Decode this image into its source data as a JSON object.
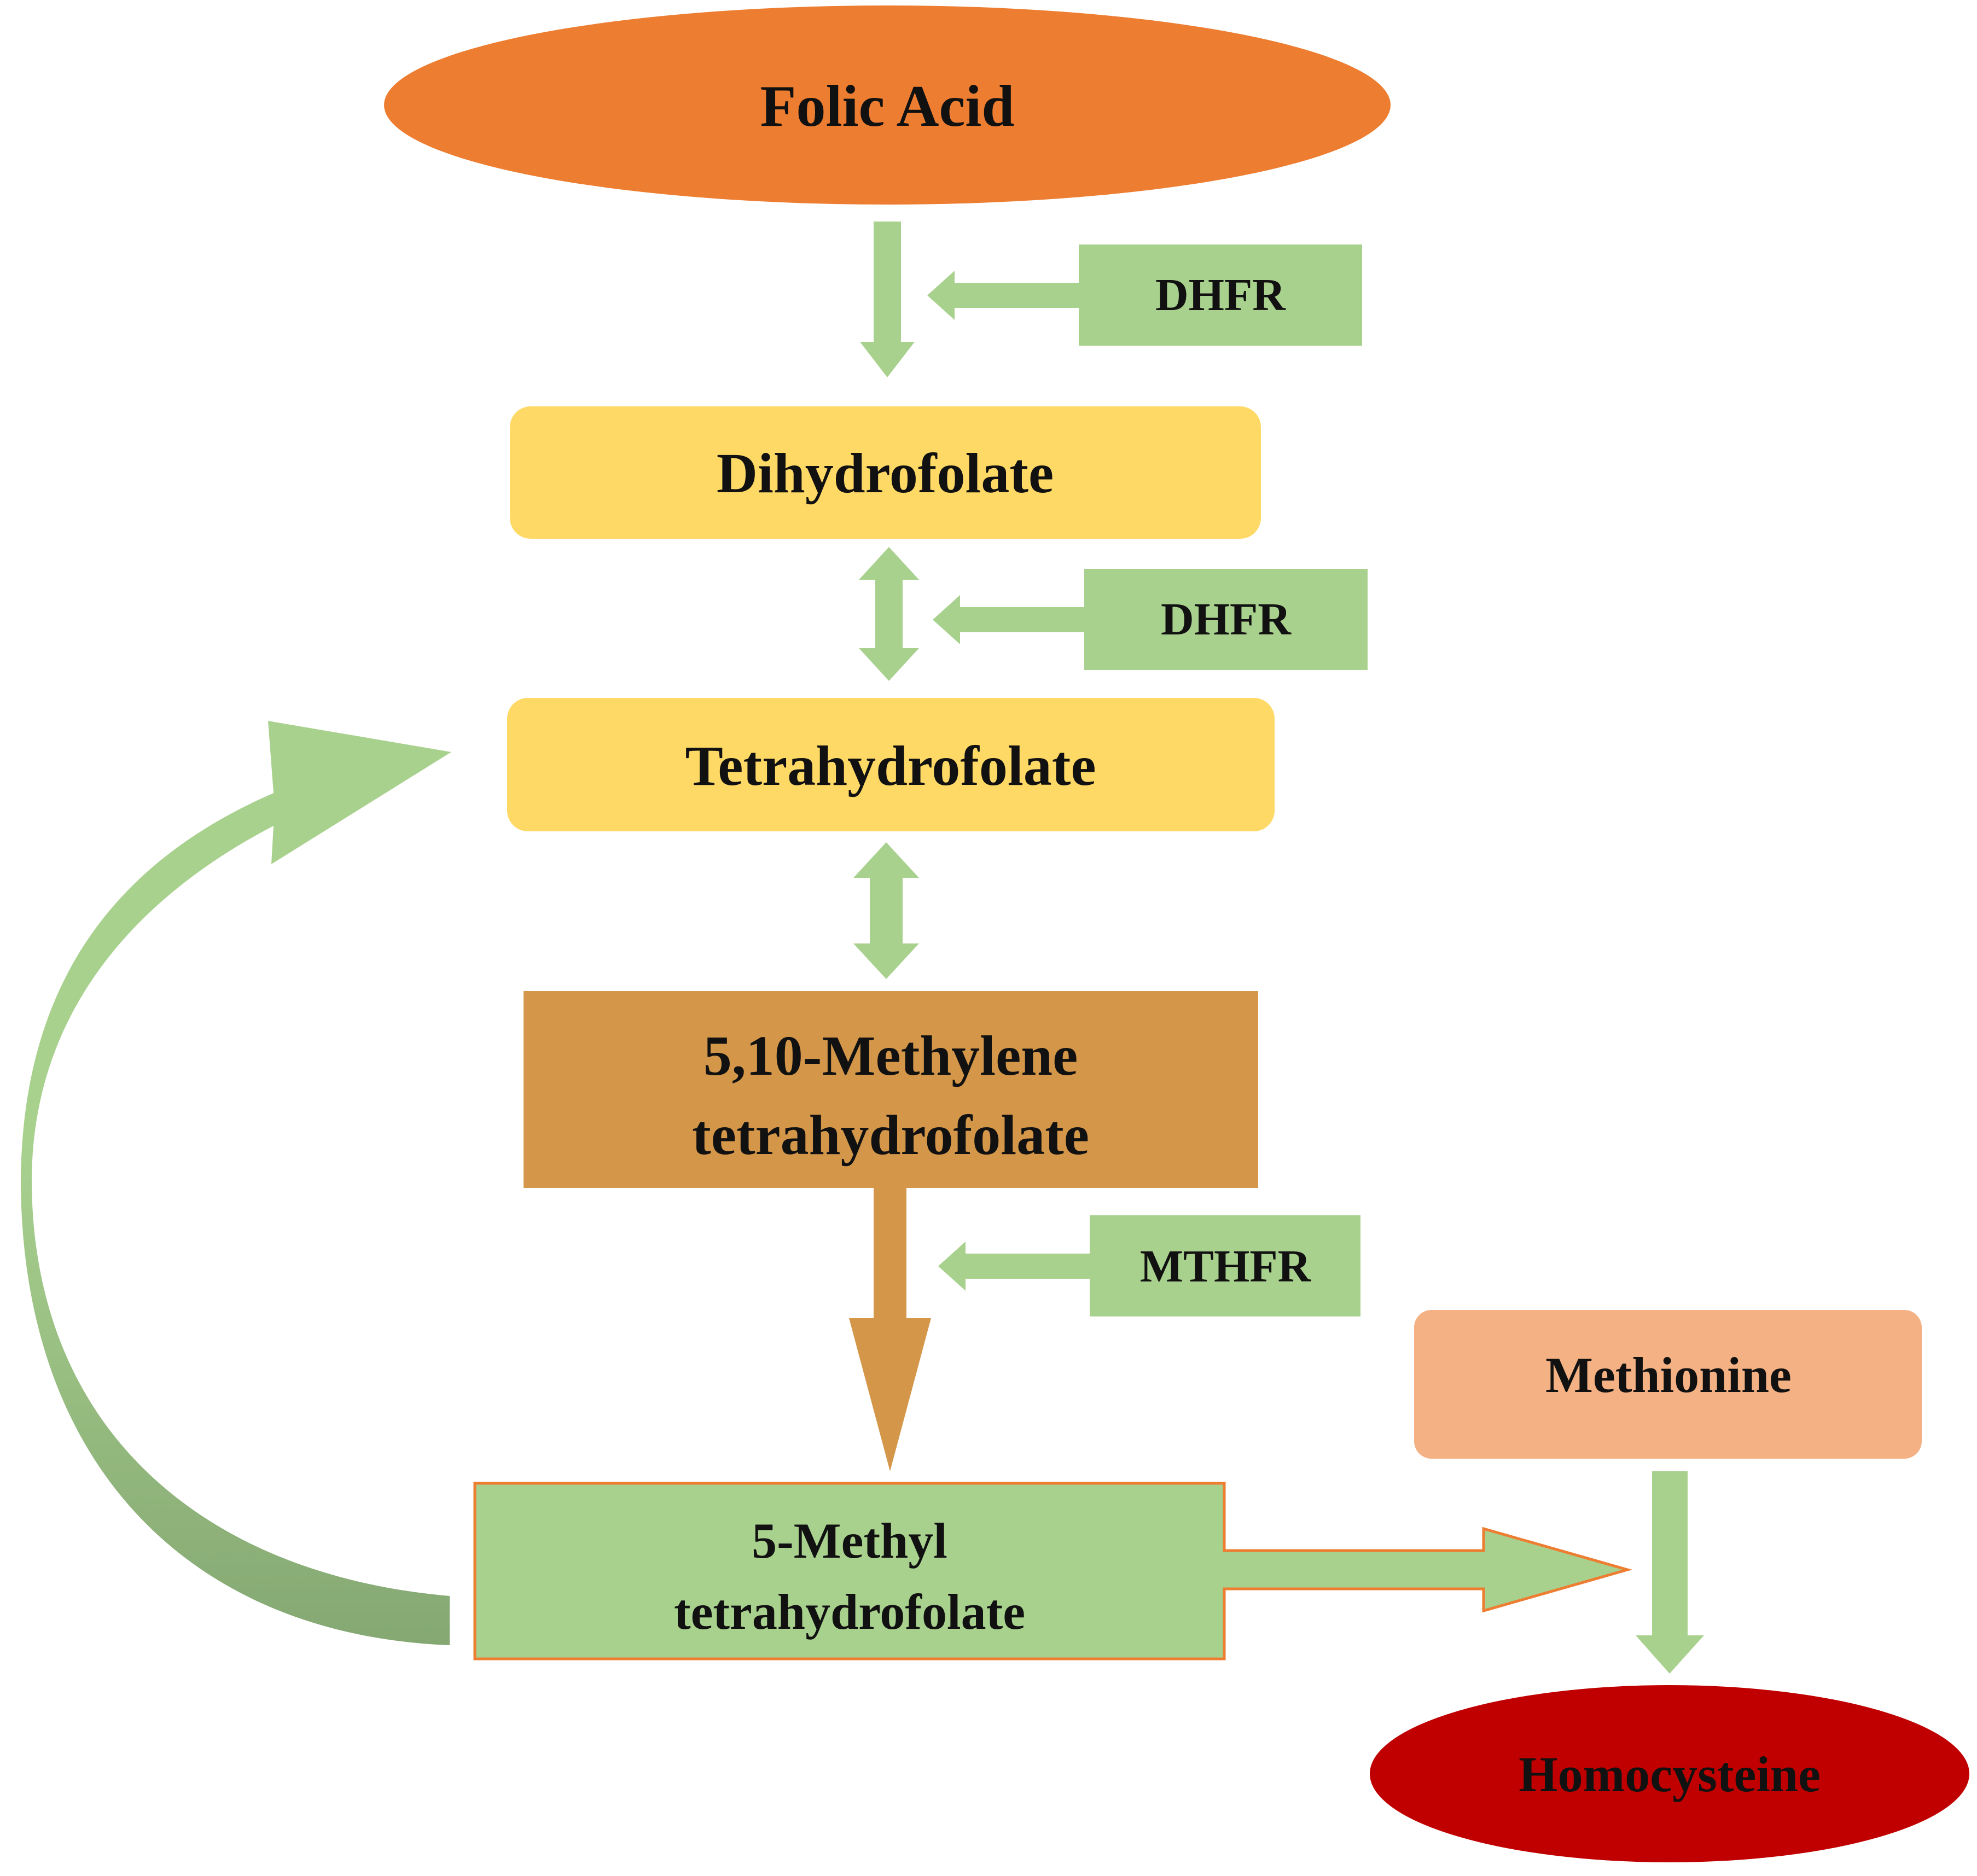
{
  "colors": {
    "folic_acid": "#ED7D31",
    "dihydrofolate": "#FFD966",
    "tetrahydrofolate": "#FFD966",
    "methylene_thf": "#D4974A",
    "methyl_thf_fill": "#A9D18E",
    "methyl_thf_border": "#ED7D31",
    "enzyme": "#A9D18E",
    "arrow_green": "#A9D18E",
    "arrow_green_dark": "#85A873",
    "methionine": "#F4B183",
    "homocysteine": "#C00000"
  },
  "nodes": {
    "folic_acid": "Folic Acid",
    "dihydrofolate": "Dihydrofolate",
    "tetrahydrofolate": "Tetrahydrofolate",
    "methylene_thf_line1": "5,10-Methylene",
    "methylene_thf_line2": "tetrahydrofolate",
    "methyl_thf_line1": "5-Methyl",
    "methyl_thf_line2": "tetrahydrofolate",
    "methionine": "Methionine",
    "homocysteine": "Homocysteine"
  },
  "enzymes": {
    "dhfr_1": "DHFR",
    "dhfr_2": "DHFR",
    "mthfr": "MTHFR"
  }
}
